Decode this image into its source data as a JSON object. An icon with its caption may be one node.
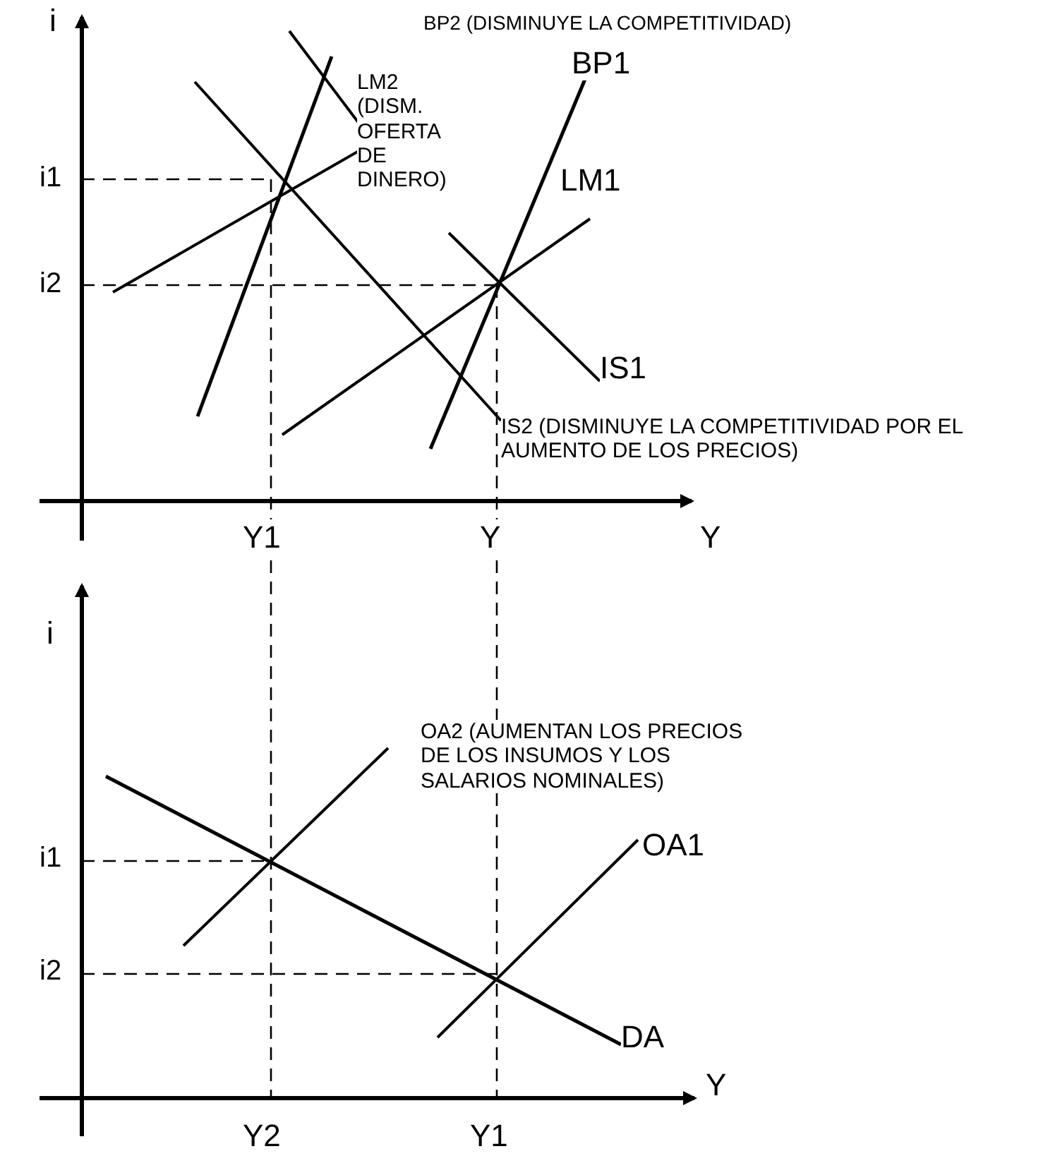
{
  "diagram": {
    "labels": [
      "i",
      "BP2 (DISMINUYE LA COMPETITIVIDAD)",
      "LM2 (DISM. OFERTA DE DINERO)",
      "BP1",
      "i1",
      "LM1",
      "i2",
      "IS1",
      "IS2 (DISMINUYE LA COMPETITIVIDAD POR EL AUMENTO DE LOS PRECIOS)",
      "Y1",
      "Y",
      "Y",
      "i",
      "OA2 (AUMENTAN LOS PRECIOS DE LOS INSUMOS Y LOS SALARIOS NOMINALES)",
      "i1",
      "OA1",
      "i2",
      "DA",
      "Y2",
      "Y1",
      "Y"
    ]
  }
}
